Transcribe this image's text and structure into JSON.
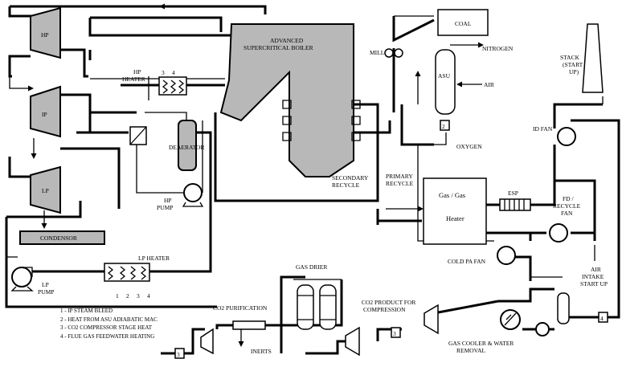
{
  "equipment": {
    "hp_turbine": "HP",
    "ip_turbine": "IP",
    "lp_turbine": "LP",
    "boiler_line1": "ADVANCED",
    "boiler_line2": "SUPERCRITICAL BOILER",
    "coal": "COAL",
    "mill": "MILL",
    "nitrogen": "NITROGEN",
    "asu": "ASU",
    "air": "AIR",
    "oxygen": "OXYGEN",
    "stack_line1": "STACK",
    "stack_line2": "(START",
    "stack_line3": "UP)",
    "hp_heater_line1": "HP",
    "hp_heater_line2": "HEATER",
    "hp_heater_num1": "3",
    "hp_heater_num2": "4",
    "deaerator": "DEAERATOR",
    "hp_pump_line1": "HP",
    "hp_pump_line2": "PUMP",
    "condensor": "CONDENSOR",
    "lp_pump_line1": "LP",
    "lp_pump_line2": "PUMP",
    "lp_heater": "LP HEATER",
    "lp_heater_nums": [
      "1",
      "2",
      "3",
      "4"
    ],
    "secondary_recycle_line1": "SECONDARY",
    "secondary_recycle_line2": "RECYCLE",
    "primary_recycle_line1": "PRIMARY",
    "primary_recycle_line2": "RECYCLE",
    "gas_heater_line1": "Gas / Gas",
    "gas_heater_line2": "Heater",
    "esp": "ESP",
    "id_fan": "ID FAN",
    "fd_fan_line1": "FD /",
    "fd_fan_line2": "RECYCLE",
    "fd_fan_line3": "FAN",
    "cold_pa_fan": "COLD PA FAN",
    "air_intake_line1": "AIR",
    "air_intake_line2": "INTAKE",
    "air_intake_line3": "START UP",
    "gas_drier": "GAS DRIER",
    "co2_purification": "CO2 PURIFICATION",
    "inerts": "INERTS",
    "co2_product_line1": "CO2 PRODUCT FOR",
    "co2_product_line2": "COMPRESSION",
    "gas_cooler_line1": "GAS COOLER & WATER",
    "gas_cooler_line2": "REMOVAL",
    "marker_2": "2",
    "marker_3": "3",
    "marker_4": "4"
  },
  "legend": [
    "1 - IP STEAM BLEED",
    "2 - HEAT FROM ASU ADIABATIC MAC",
    "3 - CO2 COMPRESSOR STAGE HEAT",
    "4 - FLUE GAS FEEDWATER HEATING"
  ]
}
